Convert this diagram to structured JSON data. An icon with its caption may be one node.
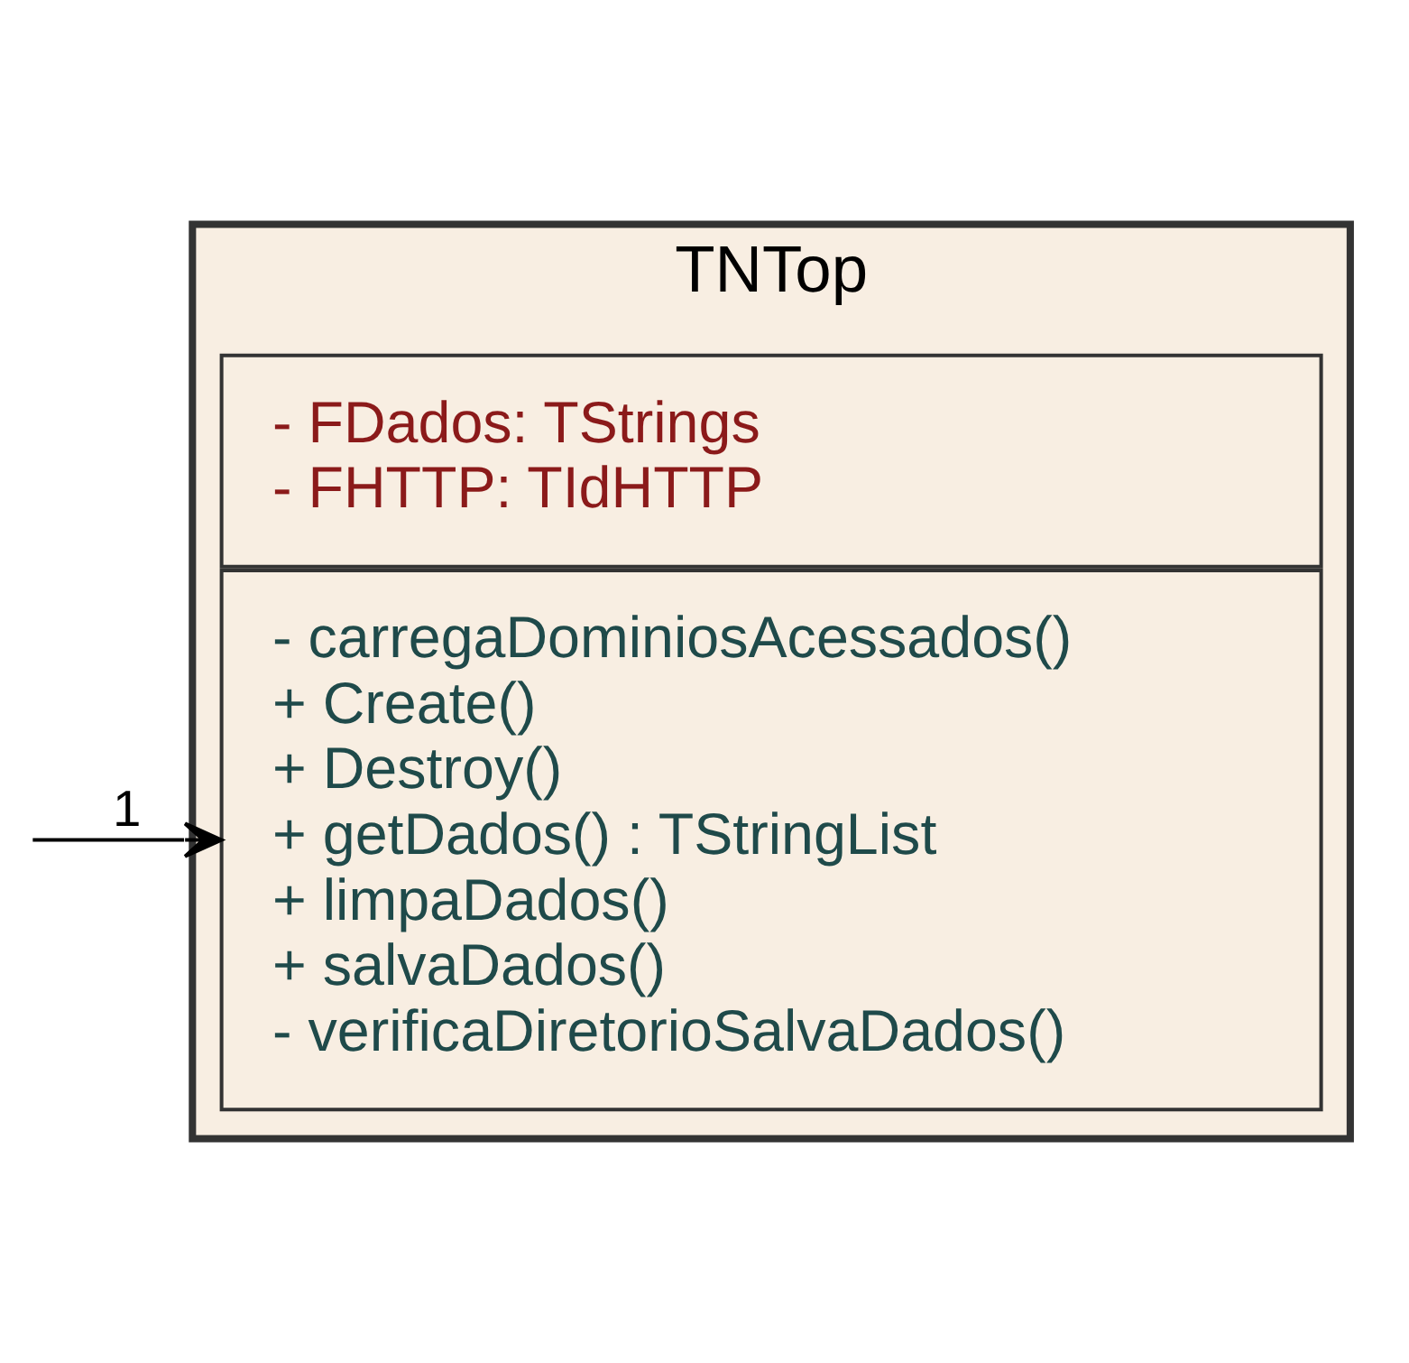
{
  "diagram": {
    "nodes": [
      {
        "text": [
          "TNTop"
        ]
      },
      {
        "text": [
          "- FDados: TStrings",
          "- FHTTP: TIdHTTP"
        ],
        "in": 0
      },
      {
        "text": [
          "- carregaDominiosAcessados()",
          "+ Create()",
          "+ Destroy()",
          "+ getDados() : TStringList",
          "+ limpaDados()",
          "+ salvaDados()",
          "- verificaDiretorioSalvaDados()"
        ],
        "in": 0
      }
    ],
    "edges": [
      {
        "from": null,
        "to": 2,
        "arrow": "to",
        "label": "1"
      }
    ]
  }
}
